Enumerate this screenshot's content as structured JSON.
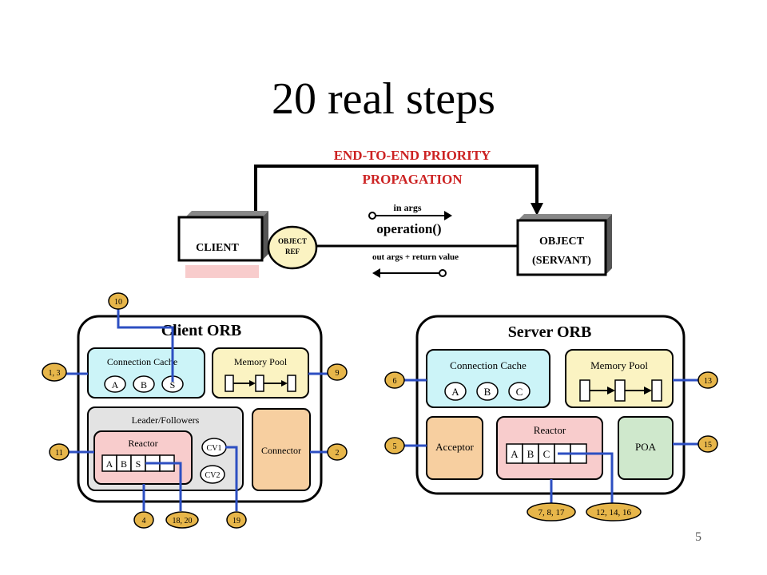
{
  "slide": {
    "title": "20 real steps",
    "page_number": "5"
  },
  "top": {
    "heading_line1": "END-TO-END PRIORITY",
    "heading_line2": "PROPAGATION",
    "in_args": "in args",
    "operation": "operation()",
    "out_args": "out args + return value",
    "client": "CLIENT",
    "object_ref_1": "OBJECT",
    "object_ref_2": "REF",
    "object_1": "OBJECT",
    "object_2": "(SERVANT)"
  },
  "client_orb": {
    "title": "Client ORB",
    "connection_cache": "Connection Cache",
    "cache_items": [
      "A",
      "B",
      "S"
    ],
    "memory_pool": "Memory Pool",
    "leader_followers": "Leader/Followers",
    "reactor": "Reactor",
    "reactor_cells": [
      "A",
      "B",
      "S",
      "",
      ""
    ],
    "cv1": "CV1",
    "cv2": "CV2",
    "connector": "Connector",
    "steps": {
      "cache": "1, 3",
      "top": "10",
      "memory": "9",
      "reactor": "11",
      "connector": "2",
      "b1": "4",
      "b2": "18, 20",
      "b3": "19"
    }
  },
  "server_orb": {
    "title": "Server ORB",
    "connection_cache": "Connection Cache",
    "cache_items": [
      "A",
      "B",
      "C"
    ],
    "memory_pool": "Memory Pool",
    "acceptor": "Acceptor",
    "reactor": "Reactor",
    "reactor_cells": [
      "A",
      "B",
      "C",
      "",
      ""
    ],
    "poa": "POA",
    "steps": {
      "cache": "6",
      "acceptor": "5",
      "memory": "13",
      "poa": "15",
      "b1": "7, 8, 17",
      "b2": "12, 14, 16"
    }
  },
  "colors": {
    "heading": "#cc2222",
    "cache_fill": "#ccf4f8",
    "memory_fill": "#fbf3c2",
    "leader_fill": "#e3e3e3",
    "reactor_fill": "#f8cccc",
    "connector_fill": "#f7cfa0",
    "poa_fill": "#cfe8cc",
    "badge_fill": "#e7b64a",
    "line": "#2d4fc2"
  }
}
